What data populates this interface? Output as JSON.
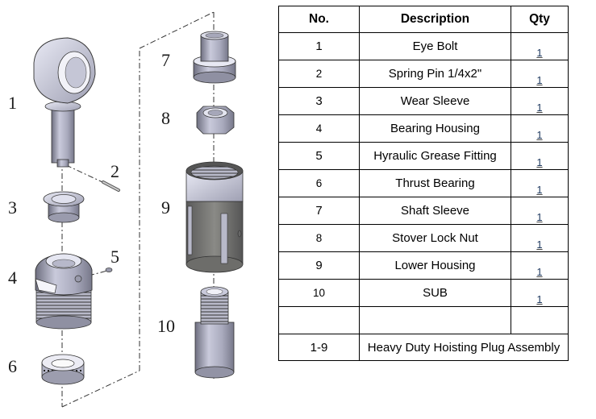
{
  "drawing": {
    "callouts": [
      "1",
      "2",
      "3",
      "4",
      "5",
      "6",
      "7",
      "8",
      "9",
      "10"
    ]
  },
  "table": {
    "headers": {
      "no": "No.",
      "description": "Description",
      "qty": "Qty"
    },
    "rows": [
      {
        "no": "1",
        "description": "Eye Bolt",
        "qty": "1"
      },
      {
        "no": "2",
        "description": "Spring Pin 1/4x2\"",
        "qty": "1"
      },
      {
        "no": "3",
        "description": "Wear Sleeve",
        "qty": "1"
      },
      {
        "no": "4",
        "description": "Bearing Housing",
        "qty": "1"
      },
      {
        "no": "5",
        "description": "Hyraulic Grease Fitting",
        "qty": "1"
      },
      {
        "no": "6",
        "description": "Thrust Bearing",
        "qty": "1"
      },
      {
        "no": "7",
        "description": "Shaft Sleeve",
        "qty": "1"
      },
      {
        "no": "8",
        "description": "Stover Lock Nut",
        "qty": "1"
      },
      {
        "no": "9",
        "description": "Lower Housing",
        "qty": "1"
      },
      {
        "no": "10",
        "description": "SUB",
        "qty": "1"
      },
      {
        "no": "",
        "description": "",
        "qty": ""
      }
    ],
    "assembly": {
      "no": "1-9",
      "description": "Heavy Duty Hoisting Plug Assembly"
    }
  }
}
